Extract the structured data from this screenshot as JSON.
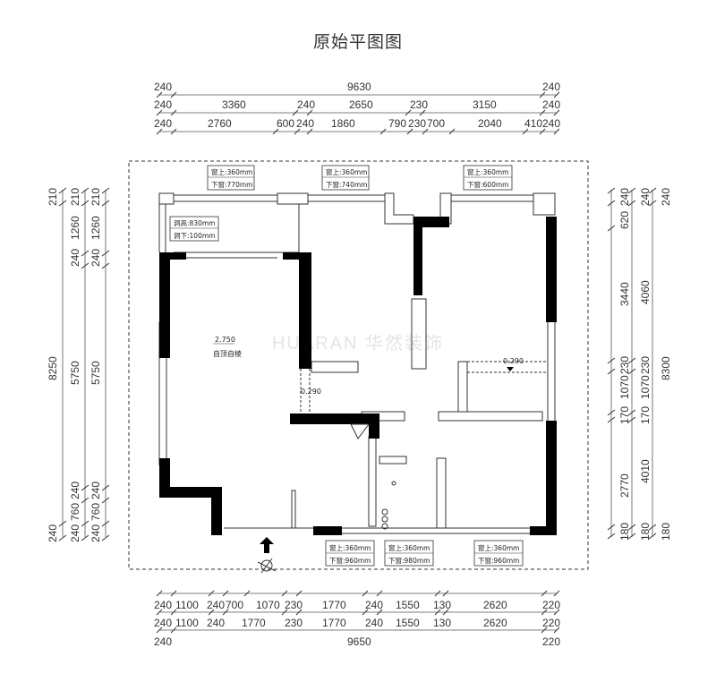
{
  "title": "原始平图图",
  "watermark": "HUARAN 华然装饰",
  "top_dims": {
    "row1": [
      "240",
      "9630",
      "240"
    ],
    "row2": [
      "240",
      "3360",
      "240",
      "2650",
      "230",
      "3150",
      "240"
    ],
    "row3": [
      "240",
      "2760",
      "600",
      "240",
      "1860",
      "790",
      "230",
      "700",
      "2040",
      "410",
      "240"
    ]
  },
  "bottom_dims": {
    "row1": [
      "240",
      "1100",
      "240",
      "700",
      "1070",
      "230",
      "1770",
      "240",
      "1550",
      "130",
      "2620",
      "220"
    ],
    "row2": [
      "240",
      "1100",
      "240",
      "1770",
      "230",
      "1770",
      "240",
      "1550",
      "130",
      "2620",
      "220"
    ],
    "row3": [
      "240",
      "9650",
      "220"
    ]
  },
  "left_dims": {
    "col1": [
      "210",
      "8250",
      "240"
    ],
    "col2": [
      "210",
      "1260",
      "240",
      "5750",
      "240",
      "760",
      "240"
    ],
    "col3": [
      "210",
      "1260",
      "240",
      "5750",
      "240",
      "760",
      "240"
    ]
  },
  "right_dims": {
    "col1": [
      "240",
      "620",
      "3440",
      "230",
      "1070",
      "170",
      "2770",
      "180"
    ],
    "col2": [
      "240",
      "4060",
      "230",
      "1070",
      "170",
      "4010",
      "180"
    ],
    "col3": [
      "240",
      "8300",
      "180"
    ]
  },
  "windows": [
    {
      "top": "窗上:360mm",
      "bottom": "下窗:770mm"
    },
    {
      "top": "窗上:360mm",
      "bottom": "下窗:740mm"
    },
    {
      "top": "窗上:360mm",
      "bottom": "下窗:600mm"
    },
    {
      "top": "洞高:830mm",
      "bottom": "洞下:100mm"
    },
    {
      "top": "窗上:360mm",
      "bottom": "下窗:960mm"
    },
    {
      "top": "窗上:360mm",
      "bottom": "下窗:980mm"
    },
    {
      "top": "窗上:360mm",
      "bottom": "下窗:960mm"
    }
  ],
  "labels": {
    "ceiling_height": "2.750",
    "ceiling_note": "自顶自棱",
    "beam1": "0.290",
    "beam2": "0.290"
  }
}
